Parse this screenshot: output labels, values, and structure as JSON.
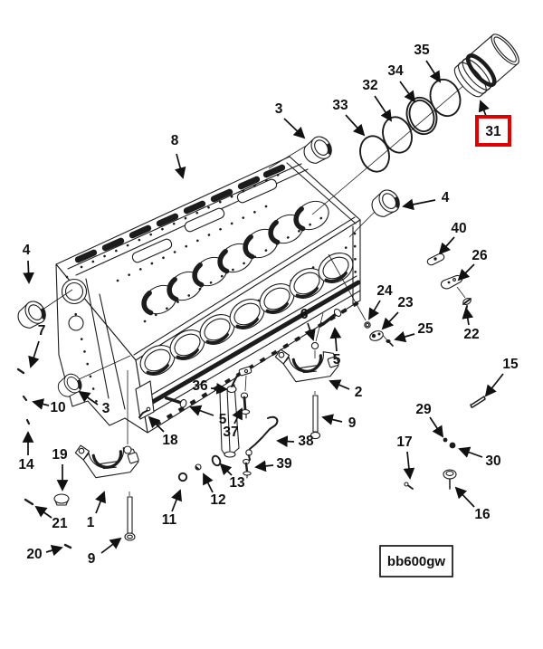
{
  "diagram": {
    "code_label": "bb600gw",
    "highlighted_callout": "31",
    "callouts": {
      "n1": "1",
      "n2": "2",
      "n3_top": "3",
      "n3_mid": "3",
      "n4_left": "4",
      "n4_right": "4",
      "n5_left": "5",
      "n5_right": "5",
      "n6": "6",
      "n7": "7",
      "n8": "8",
      "n9_left": "9",
      "n9_right": "9",
      "n10": "10",
      "n11": "11",
      "n12": "12",
      "n13": "13",
      "n14": "14",
      "n15": "15",
      "n16": "16",
      "n17": "17",
      "n18": "18",
      "n19": "19",
      "n20": "20",
      "n21": "21",
      "n22": "22",
      "n23": "23",
      "n24": "24",
      "n25": "25",
      "n26": "26",
      "n29": "29",
      "n30": "30",
      "n31": "31",
      "n32": "32",
      "n33": "33",
      "n34": "34",
      "n35": "35",
      "n36": "36",
      "n37": "37",
      "n38": "38",
      "n39": "39",
      "n40": "40"
    }
  },
  "colors": {
    "line": "#1c1c1c",
    "highlight_box": "#e10000",
    "label_text": "#111111",
    "background": "#ffffff"
  }
}
